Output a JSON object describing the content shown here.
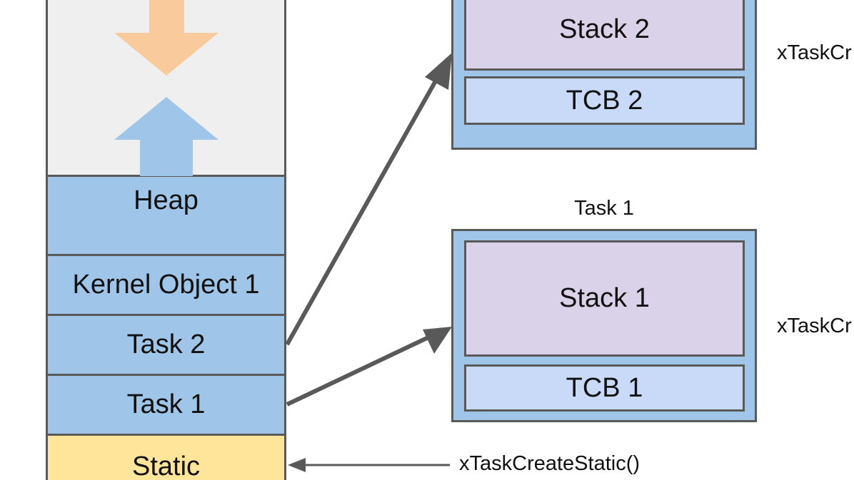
{
  "memory": {
    "heap_label": "Heap",
    "kernel_object_label": "Kernel Object 1",
    "task2_label": "Task 2",
    "task1_label": "Task 1",
    "static_label": "Static"
  },
  "tasks": {
    "task2": {
      "stack_label": "Stack 2",
      "tcb_label": "TCB 2",
      "side_label": "xTaskCr"
    },
    "task1": {
      "title": "Task 1",
      "stack_label": "Stack 1",
      "tcb_label": "TCB 1",
      "side_label": "xTaskCr"
    }
  },
  "static_call_label": "xTaskCreateStatic()",
  "colors": {
    "free_space": "#efefef",
    "memory_blue": "#9fc5e8",
    "static_yellow": "#ffe599",
    "stack_purple": "#d9d2e9",
    "tcb_blue": "#c9daf8",
    "stack_arrow_orange": "#f9cb9c",
    "heap_arrow_blue": "#9fc5e8",
    "border_gray": "#595959"
  }
}
